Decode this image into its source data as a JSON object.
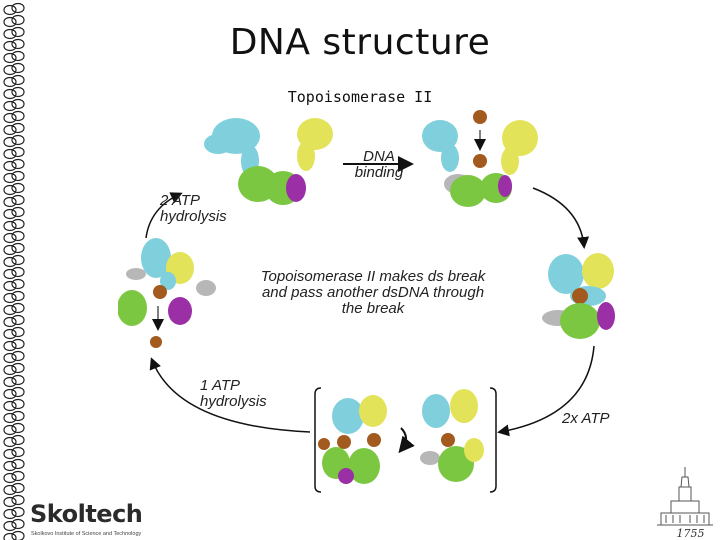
{
  "slide": {
    "title": "DNA structure",
    "subtitle": "Topoisomerase II"
  },
  "diagram": {
    "label_dna_binding_1": "DNA",
    "label_dna_binding_2": "binding",
    "label_2atp_1": "2 ATP",
    "label_2atp_2": "hydrolysis",
    "center_line_1": "Topoisomerase II makes ds break",
    "center_line_2": "and pass another dsDNA through",
    "center_line_3": "the break",
    "label_1atp_1": "1 ATP",
    "label_1atp_2": "hydrolysis",
    "label_2x_atp": "2x ATP"
  },
  "colors": {
    "cyan_domain": "#7fd0dc",
    "yellow_domain": "#e3e35a",
    "green_domain": "#7cc742",
    "purple_domain": "#9b2fa6",
    "grey_dna": "#b7b7b7",
    "brown_atp": "#a35a1e"
  },
  "logo": {
    "name": "Skoltech",
    "tagline": "Skolkovo Institute of Science and Technology"
  },
  "emblem": {
    "year": "1755"
  }
}
